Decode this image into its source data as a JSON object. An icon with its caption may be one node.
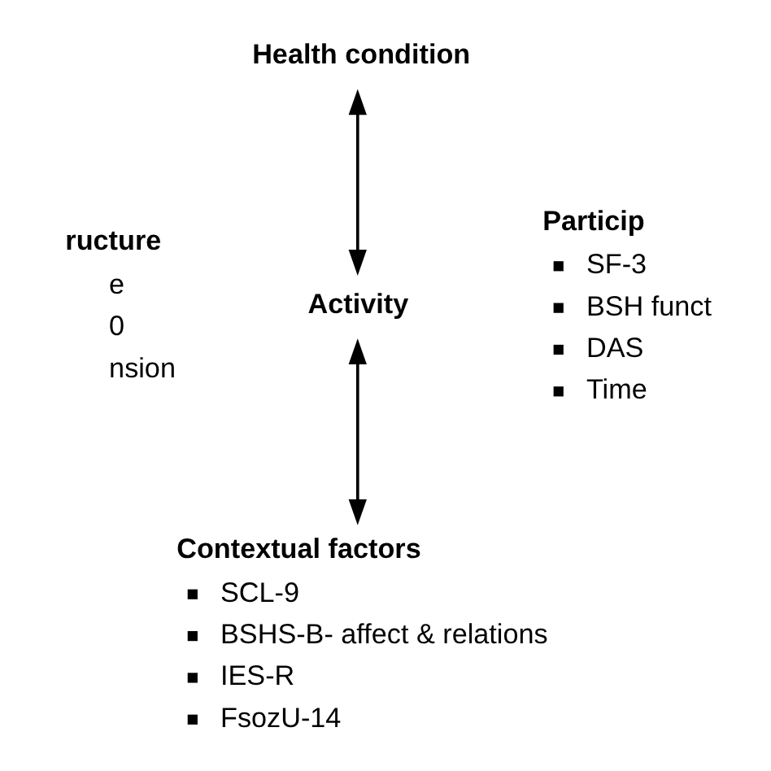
{
  "diagram": {
    "nodes": [
      {
        "text": [
          "Health condition"
        ]
      },
      {
        "text": [
          "ructure",
          "e",
          "0",
          "nsion"
        ]
      },
      {
        "text": [
          "Activity"
        ]
      },
      {
        "text": [
          "Particip",
          "SF-3",
          "BSH funct",
          "DAS",
          "Time"
        ]
      },
      {
        "text": [
          "Contextual factors",
          "SCL-9",
          "BSHS-B- affect & relations",
          "IES-R",
          "FsozU-14"
        ]
      }
    ],
    "edges": [
      {
        "from": 0,
        "to": 2,
        "arrow": "both"
      },
      {
        "from": 2,
        "to": 4,
        "arrow": "both"
      }
    ]
  }
}
